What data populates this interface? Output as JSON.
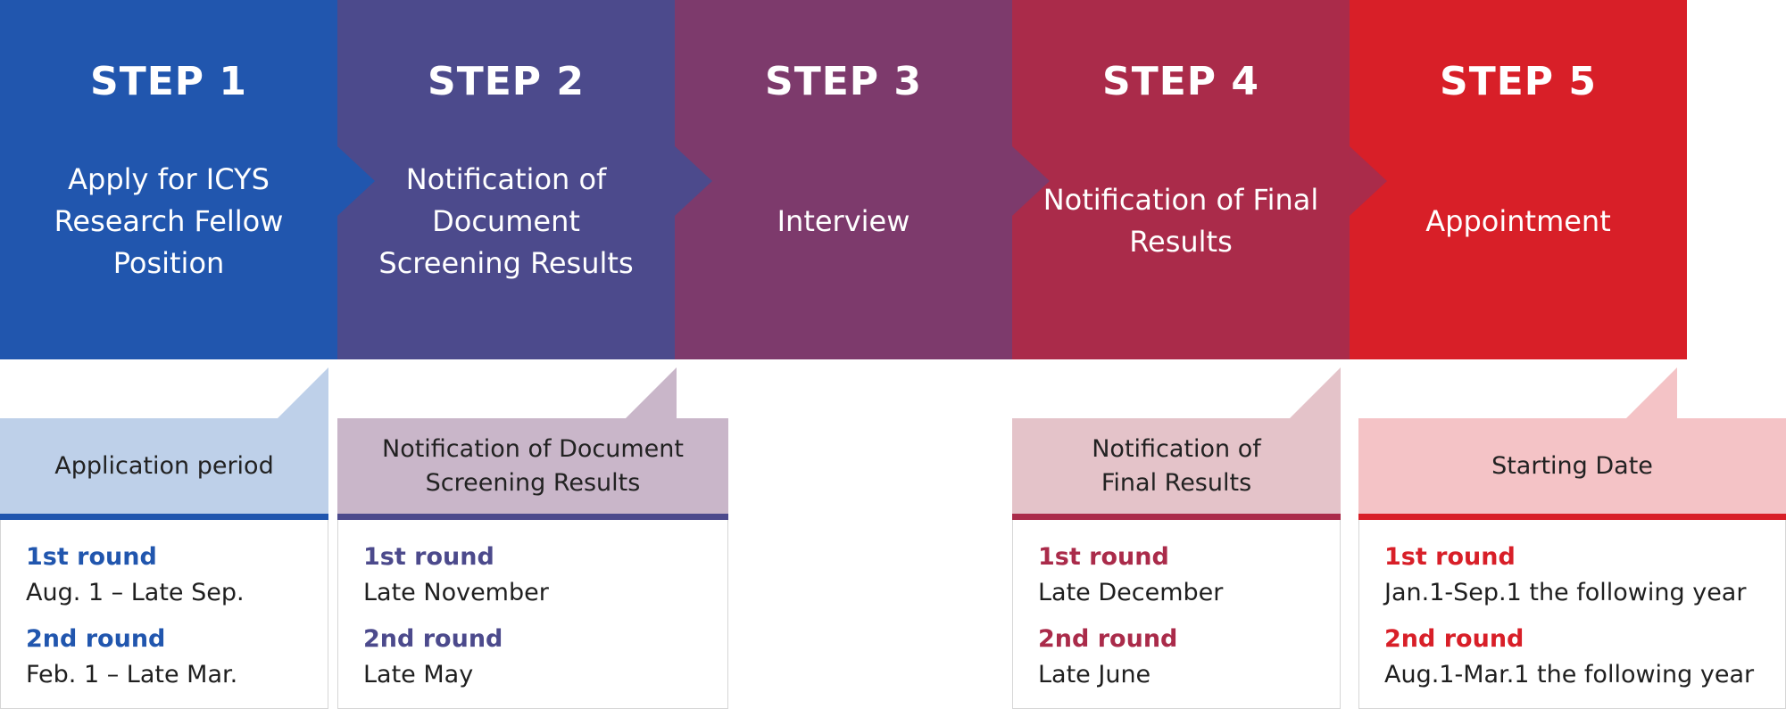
{
  "steps": [
    {
      "step": "STEP 1",
      "text": "Apply for ICYS Research Fellow Position",
      "color": "#2156ae"
    },
    {
      "step": "STEP 2",
      "text": "Notification of Document Screening Results",
      "color": "#4c4a8c"
    },
    {
      "step": "STEP 3",
      "text": "Interview",
      "color": "#7d3a6c"
    },
    {
      "step": "STEP 4",
      "text": "Notification of Final Results",
      "color": "#aa2b4a"
    },
    {
      "step": "STEP 5",
      "text": "Appointment",
      "color": "#d81f28"
    }
  ],
  "cards": [
    {
      "title": "Application period",
      "accent": "#2156ae",
      "tint": "#bed0e9",
      "rounds": [
        {
          "label": "1st round",
          "date": "Aug. 1 – Late Sep."
        },
        {
          "label": "2nd round",
          "date": "Feb. 1 – Late Mar."
        }
      ]
    },
    {
      "title": "Notification of Document Screening Results",
      "accent": "#4c4a8c",
      "tint": "#c9b6c9",
      "rounds": [
        {
          "label": "1st round",
          "date": "Late November"
        },
        {
          "label": "2nd round",
          "date": "Late May"
        }
      ]
    },
    {
      "title": "Notification of Final Results",
      "accent": "#aa2b4a",
      "tint": "#e4c3c9",
      "rounds": [
        {
          "label": "1st round",
          "date": "Late December"
        },
        {
          "label": "2nd round",
          "date": "Late June"
        }
      ]
    },
    {
      "title": "Starting Date",
      "accent": "#d81f28",
      "tint": "#f4c3c6",
      "rounds": [
        {
          "label": "1st round",
          "date": "Jan.1-Sep.1 the following year"
        },
        {
          "label": "2nd round",
          "date": "Aug.1-Mar.1 the following year"
        }
      ]
    }
  ]
}
